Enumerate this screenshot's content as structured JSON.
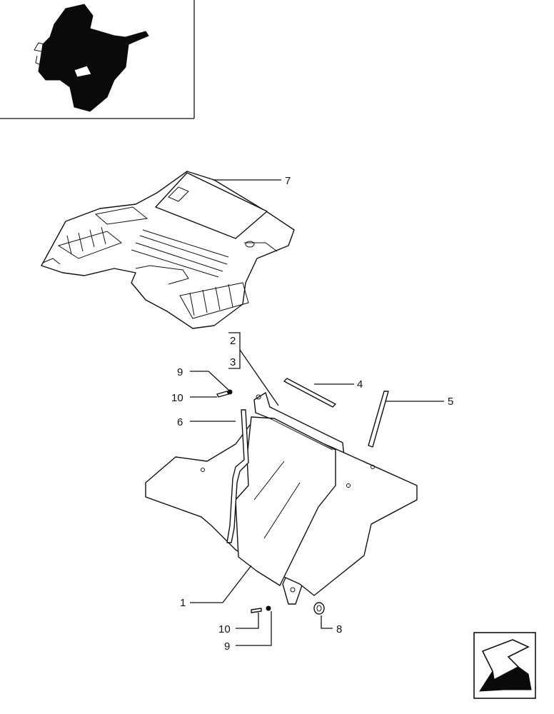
{
  "thumbnail": {
    "icon": "tractor-cab-silhouette-icon"
  },
  "callouts": {
    "c1": "1",
    "c2": "2",
    "c3": "3",
    "c4": "4",
    "c5": "5",
    "c6": "6",
    "c7": "7",
    "c8": "8",
    "c9_top": "9",
    "c10_top": "10",
    "c9_bottom": "9",
    "c10_bottom": "10"
  },
  "nav": {
    "icon": "next-page-arrow-icon"
  }
}
